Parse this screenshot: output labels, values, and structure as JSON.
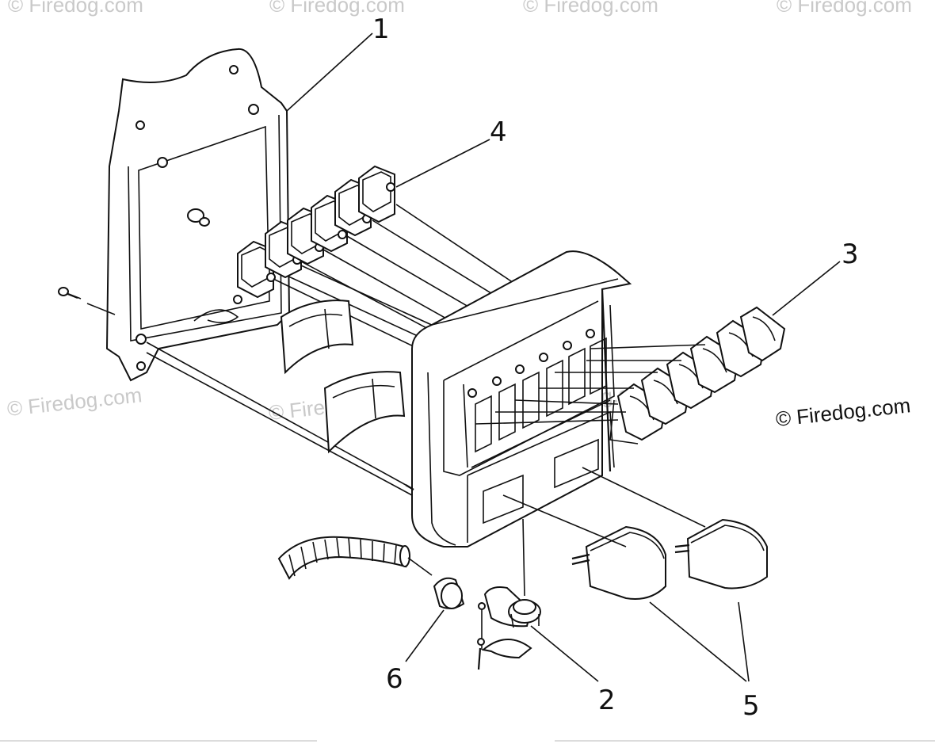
{
  "callouts": {
    "c1": "1",
    "c2": "2",
    "c3": "3",
    "c4": "4",
    "c5": "5",
    "c6": "6"
  },
  "watermarks": {
    "main": "© Firedog.com",
    "faint": "© Firedog.com"
  },
  "parts": [
    {
      "icon": "switch-panel-cover"
    },
    {
      "icon": "wire-connector"
    },
    {
      "icon": "rocker-switch"
    },
    {
      "icon": "circuit-breaker"
    },
    {
      "icon": "outlet-cover"
    },
    {
      "icon": "grommet"
    }
  ]
}
